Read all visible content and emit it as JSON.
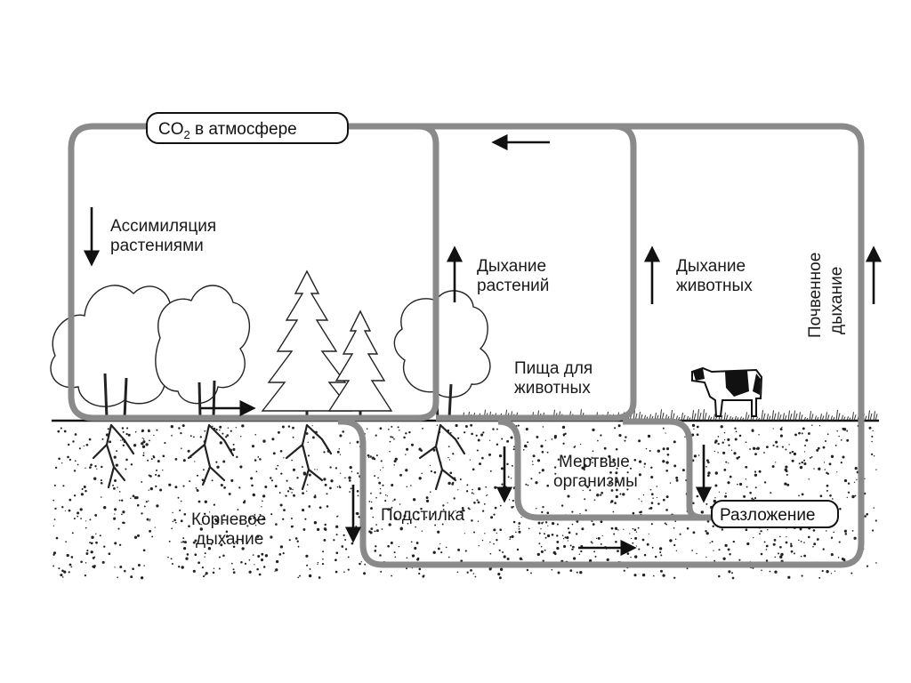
{
  "diagram": {
    "atmosphere_label": "CO",
    "atmosphere_subscript": "2",
    "atmosphere_suffix": " в атмосфере",
    "assimilation": [
      "Ассимиляция",
      "растениями"
    ],
    "plant_respiration": [
      "Дыхание",
      "растений"
    ],
    "animal_respiration": [
      "Дыхание",
      "животных"
    ],
    "soil_respiration": [
      "Почвенное",
      "дыхание"
    ],
    "food_for_animals": [
      "Пища для",
      "животных"
    ],
    "dead_organisms": [
      "Мертвые",
      "организмы"
    ],
    "root_respiration": [
      "Корневое",
      "дыхание"
    ],
    "litter": "Подстилка",
    "decomposition": "Разложение"
  },
  "colors": {
    "loop": "#8a8a8a",
    "ink": "#111111",
    "soil_dots": "#222222"
  }
}
